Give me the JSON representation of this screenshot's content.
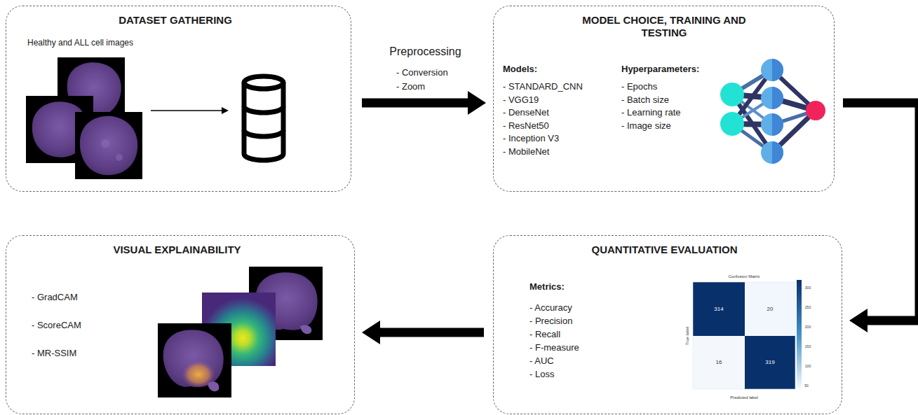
{
  "diagram": {
    "nodes": [
      {
        "text": [
          "DATASET GATHERING",
          "Healthy and ALL cell images"
        ]
      },
      {
        "text": [
          "MODEL CHOICE, TRAINING AND TESTING",
          "Models:",
          "- STANDARD_CNN",
          "- VGG19",
          "- DenseNet",
          "- ResNet50",
          "- Inception V3",
          "- MobileNet",
          "Hyperparameters:",
          "- Epochs",
          "- Batch size",
          "- Learning rate",
          "- Image size"
        ]
      },
      {
        "text": [
          "VISUAL EXPLAINABILITY",
          "- GradCAM",
          "- ScoreCAM",
          "- MR-SSIM"
        ]
      },
      {
        "text": [
          "QUANTITATIVE EVALUATION",
          "Metrics:",
          "- Accuracy",
          "- Precision",
          "- Recall",
          "- F-measure",
          "- AUC",
          "- Loss"
        ]
      }
    ],
    "edges": [
      {
        "from": 0,
        "to": 1,
        "arrow": "to",
        "label": "Preprocessing"
      },
      {
        "from": 1,
        "to": 3,
        "arrow": "to"
      },
      {
        "from": 3,
        "to": 2,
        "arrow": "to"
      }
    ],
    "labels": [
      "- Conversion",
      "- Zoom",
      "Confusion Matrix",
      "314",
      "20",
      "16",
      "319",
      "True label",
      "Predicted label",
      "300",
      "250",
      "200",
      "150",
      "100",
      "50"
    ]
  }
}
